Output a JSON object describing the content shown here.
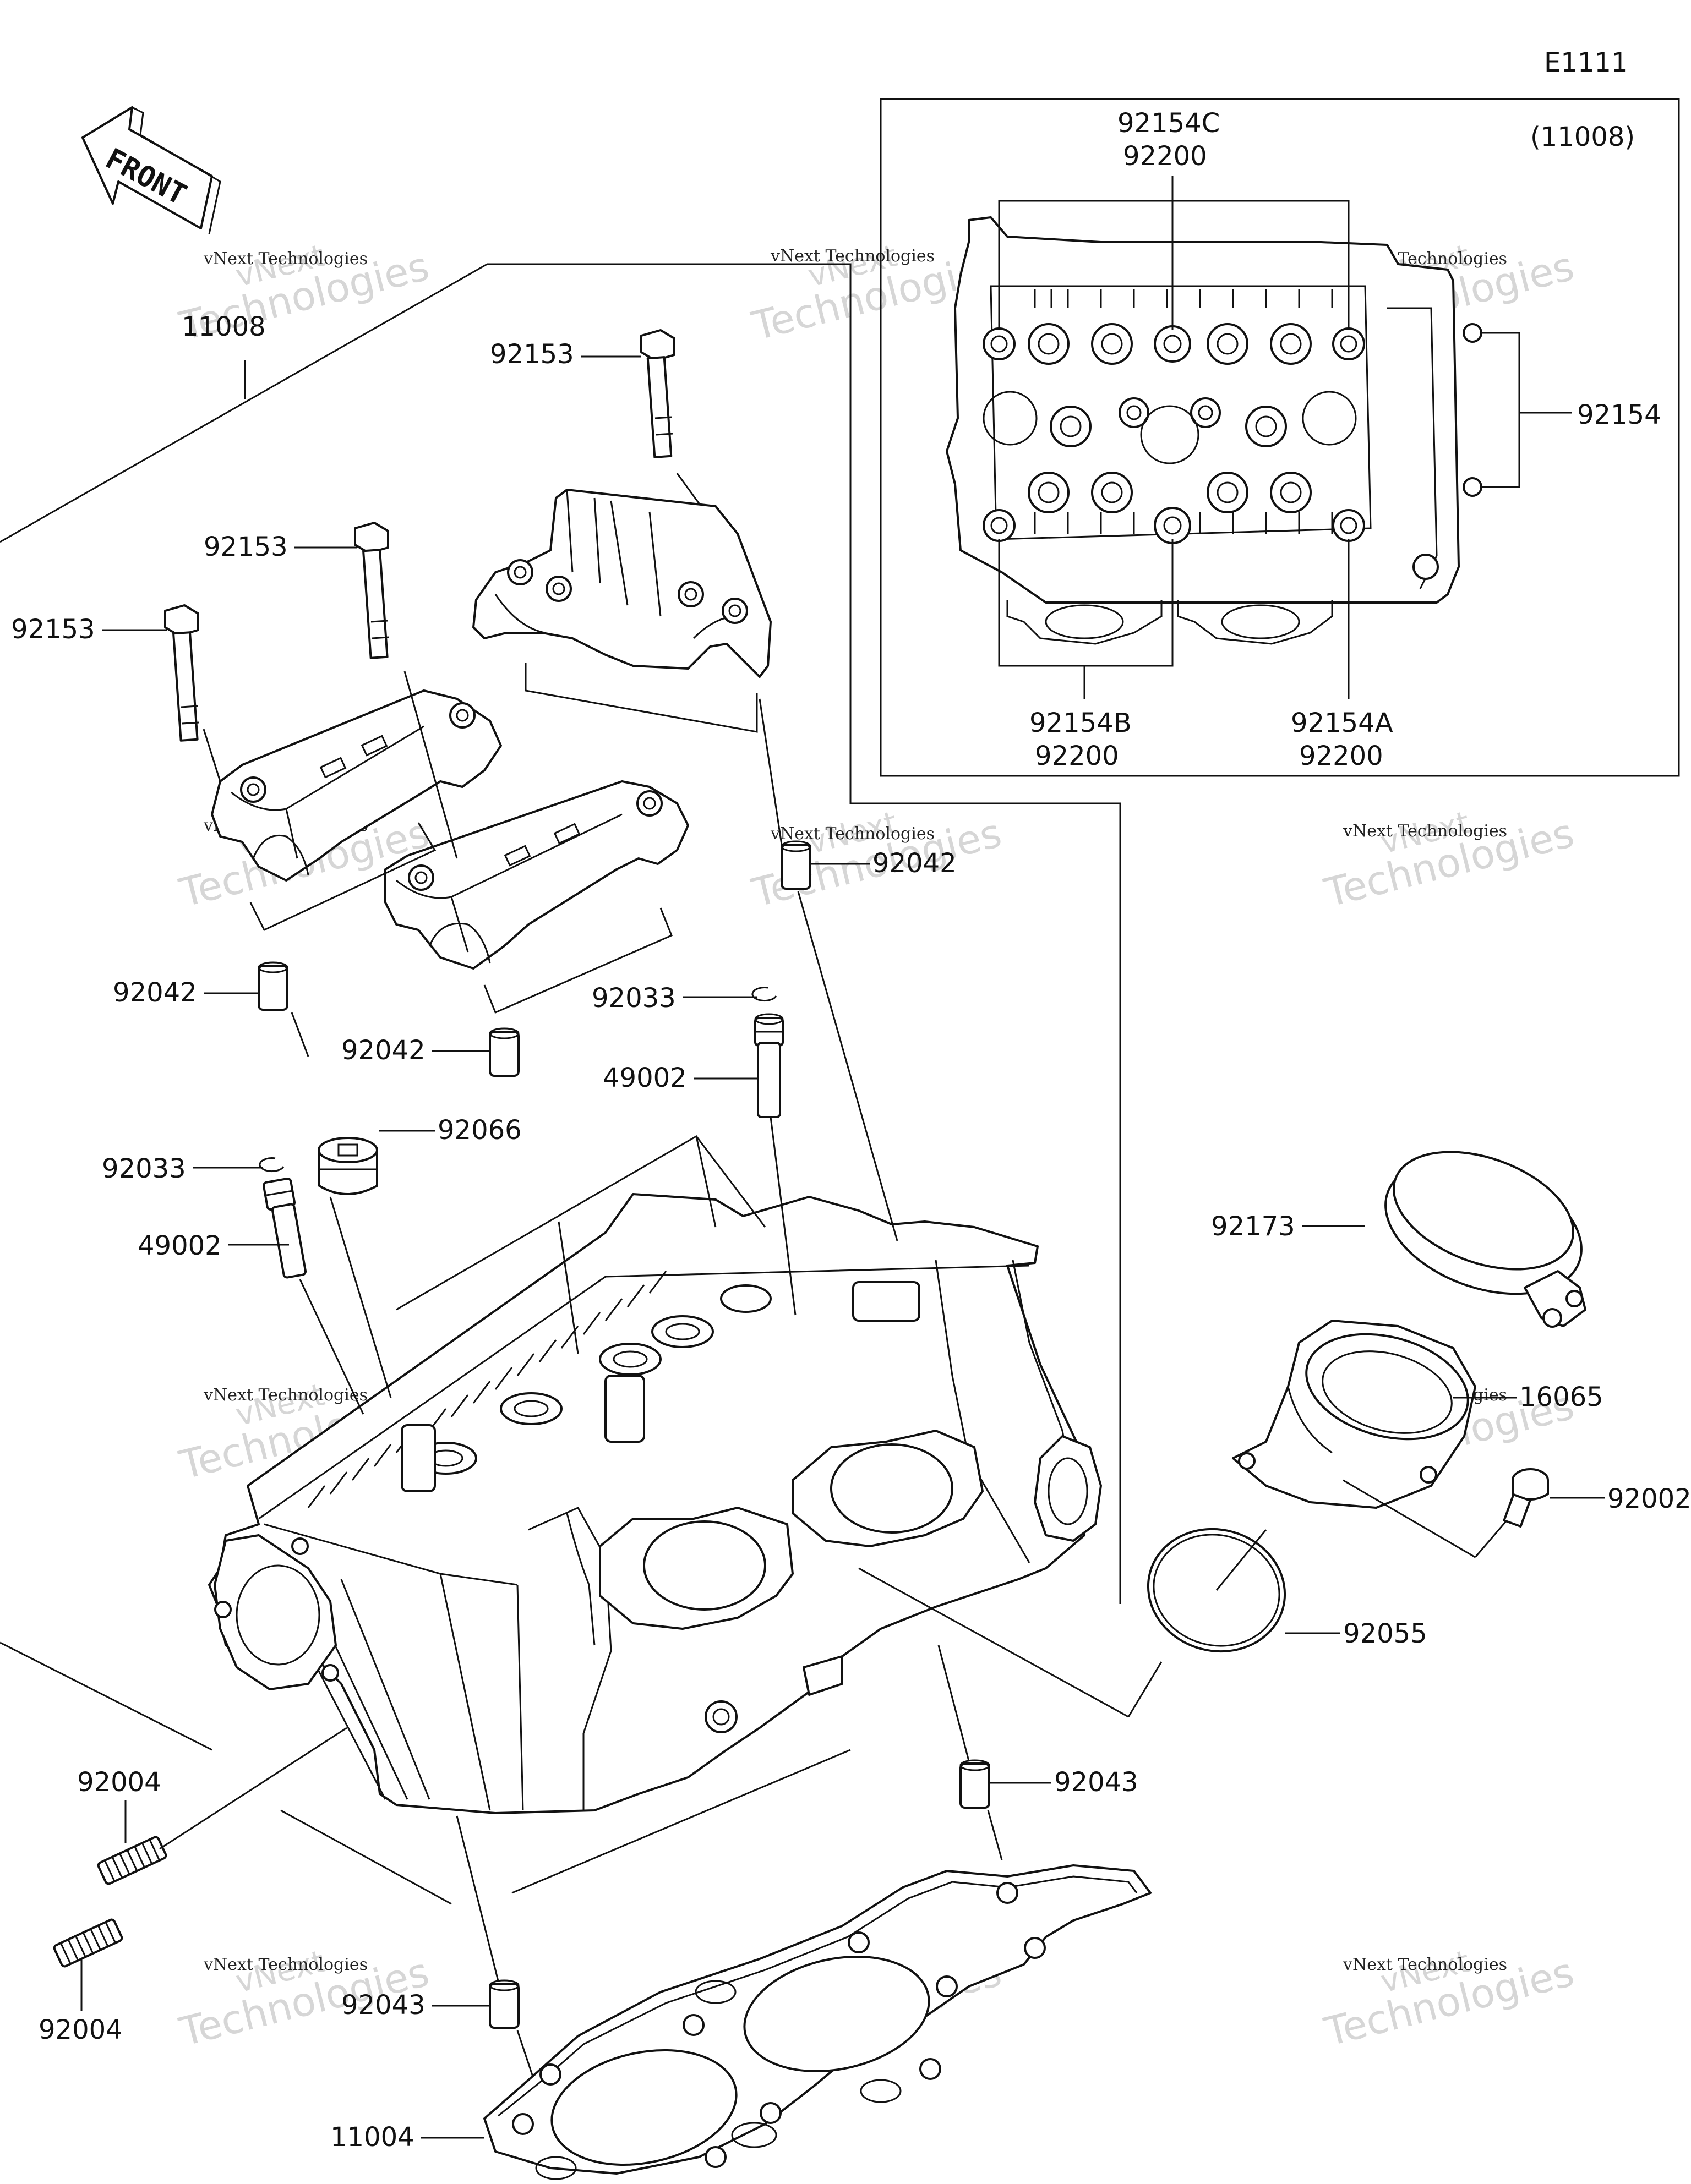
{
  "diagram_code": "E1111",
  "front_label": "FRONT",
  "inset": {
    "ref": "(11008)",
    "labels": {
      "top": [
        "92154C",
        "92200"
      ],
      "right": "92154",
      "bottom_left": [
        "92154B",
        "92200"
      ],
      "bottom_right": [
        "92154A",
        "92200"
      ]
    }
  },
  "parts": {
    "assy": "11008",
    "bolt_a": "92153",
    "bolt_b": "92153",
    "bolt_c": "92153",
    "dowel_a": "92042",
    "dowel_b": "92042",
    "dowel_c": "92042",
    "clip_a": "92033",
    "guide_a": "49002",
    "clip_b": "92033",
    "guide_b": "49002",
    "plug": "92066",
    "clamp": "92173",
    "holder": "16065",
    "screw": "92002",
    "oring": "92055",
    "dowel_d": "92043",
    "dowel_e": "92043",
    "stud_a": "92004",
    "stud_b": "92004",
    "gasket": "11004"
  },
  "watermark": {
    "line1": "vNext",
    "line2": "Technologies",
    "small": "vNext Technologies"
  }
}
